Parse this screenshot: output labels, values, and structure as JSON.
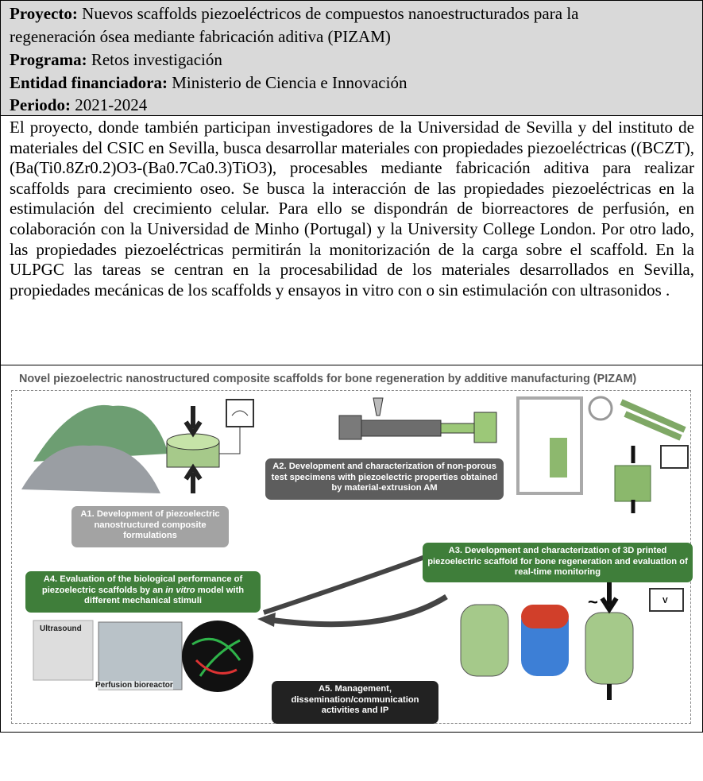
{
  "header": {
    "proyecto_label": "Proyecto:",
    "proyecto_line1": "Nuevos scaffolds piezoeléctricos de compuestos nanoestructurados para la",
    "proyecto_line2": "regeneración ósea mediante fabricación aditiva (PIZAM)",
    "programa_label": "Programa:",
    "programa_value": "Retos investigación",
    "entidad_label": "Entidad financiadora:",
    "entidad_value": "Ministerio de Ciencia e Innovación",
    "periodo_label": "Periodo:",
    "periodo_value": "2021-2024"
  },
  "description": "El proyecto, donde también participan investigadores de la Universidad de Sevilla y del instituto de materiales del CSIC en Sevilla, busca desarrollar materiales con propiedades piezoeléctricas ((BCZT),(Ba(Ti0.8Zr0.2)O3-(Ba0.7Ca0.3)TiO3), procesables mediante fabricación aditiva para realizar scaffolds para crecimiento oseo. Se busca la interacción de las propiedades piezoeléctricas en la estimulación del crecimiento celular. Para ello se dispondrán de biorreactores de perfusión, en colaboración con la Universidad de Minho (Portugal) y la University College London. Por otro lado, las propiedades piezoeléctricas permitirán la monitorización de la carga sobre el scaffold. En la ULPGC las tareas se centran en la procesabilidad de los materiales desarrollados en Sevilla, propiedades mecánicas de los scaffolds y ensayos in vitro con o sin estimulación con ultrasonidos .",
  "figure": {
    "title": "Novel piezoelectric nanostructured composite scaffolds for bone regeneration by additive manufacturing (PIZAM)",
    "a1": "A1. Development of piezoelectric nanostructured composite formulations",
    "a2": "A2. Development and characterization of non-porous test specimens with piezoelectric properties obtained by material-extrusion AM",
    "a3": "A3. Development and characterization of 3D printed piezoelectric scaffold for bone regeneration and evaluation of real-time monitoring",
    "a4_pre": "A4. Evaluation of the biological performance of piezoelectric scaffolds by an ",
    "a4_ital": "in vitro",
    "a4_post": " model with different mechanical stimuli",
    "a5": "A5. Management, dissemination/communication activities and IP",
    "ultrasound": "Ultrasound",
    "perfusion": "Perfusion bioreactor",
    "tilde": "~",
    "v": "V"
  }
}
